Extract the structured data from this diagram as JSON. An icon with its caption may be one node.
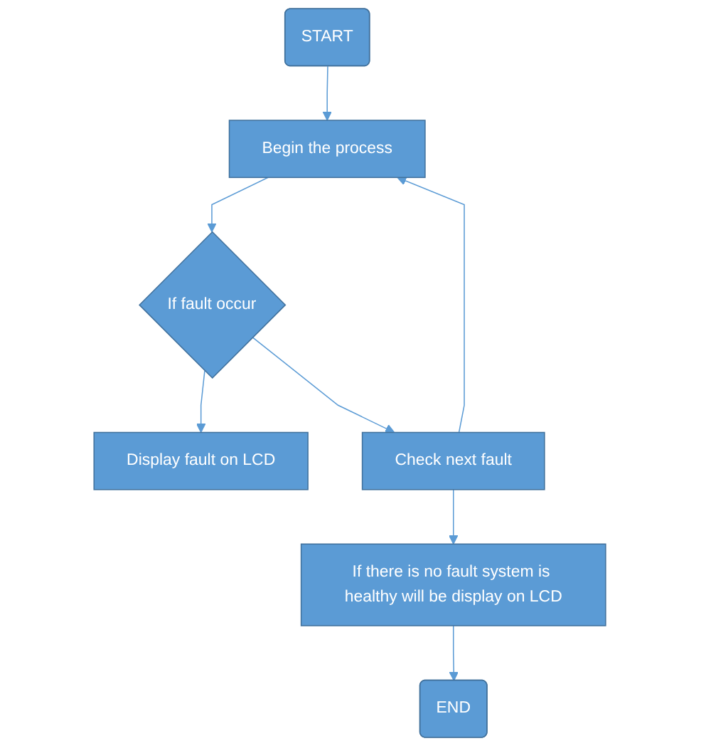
{
  "diagram": {
    "nodes": [
      {
        "text": [
          "START"
        ]
      },
      {
        "text": [
          "Begin the process"
        ]
      },
      {
        "text": [
          "If fault occur"
        ]
      },
      {
        "text": [
          "Display fault on LCD"
        ]
      },
      {
        "text": [
          "Check next fault"
        ]
      },
      {
        "text": [
          "If there is no fault system is healthy will be display on LCD"
        ]
      },
      {
        "text": [
          "END"
        ]
      }
    ],
    "edges": [
      {
        "from": 0,
        "to": 1,
        "arrow": "to"
      },
      {
        "from": 1,
        "to": 2,
        "arrow": "to"
      },
      {
        "from": 2,
        "to": 3,
        "arrow": "to"
      },
      {
        "from": 2,
        "to": 4,
        "arrow": "to"
      },
      {
        "from": 4,
        "to": 5,
        "arrow": "to"
      },
      {
        "from": 4,
        "to": 1,
        "arrow": "to"
      },
      {
        "from": 5,
        "to": 6,
        "arrow": "to"
      }
    ]
  }
}
